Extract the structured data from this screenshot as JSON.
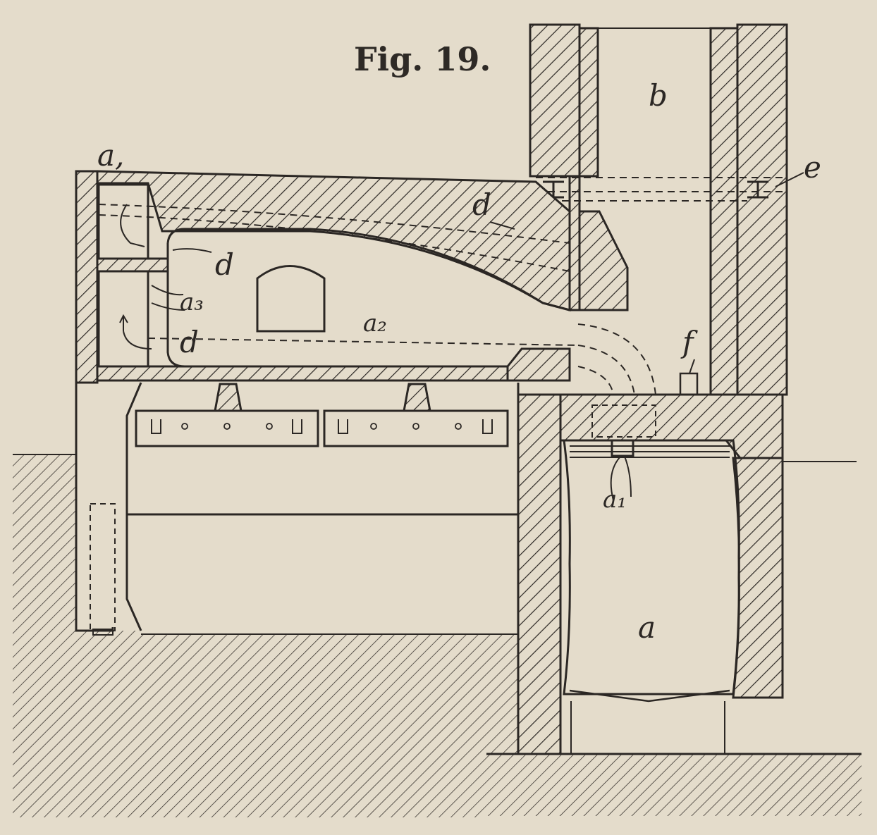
{
  "figure": {
    "title": "Fig. 19.",
    "labels": {
      "b": "b",
      "e": "e",
      "a1_top": "a,",
      "d_roof": "d",
      "d_upper": "d",
      "a3": "a₃",
      "d_lower": "d",
      "a2": "a₂",
      "f": "f",
      "a1_chamber": "a₁",
      "a": "a"
    }
  }
}
